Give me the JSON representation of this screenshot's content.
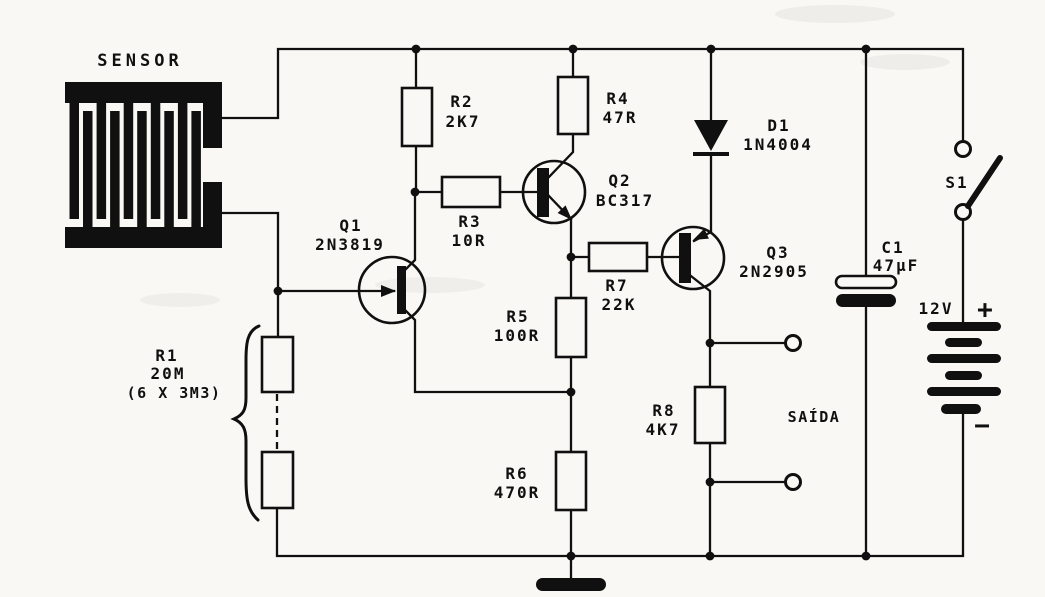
{
  "diagram": {
    "type": "electronic-circuit-schematic",
    "sensor_label": "SENSOR",
    "output_label": "SAÍDA",
    "battery": {
      "voltage": "12V",
      "plus": "+",
      "minus": "−"
    },
    "switch": {
      "ref": "S1"
    },
    "components": {
      "r1": {
        "ref": "R1",
        "value": "20M",
        "note": "(6 X 3M3)"
      },
      "r2": {
        "ref": "R2",
        "value": "2K7"
      },
      "r3": {
        "ref": "R3",
        "value": "10R"
      },
      "r4": {
        "ref": "R4",
        "value": "47R"
      },
      "r5": {
        "ref": "R5",
        "value": "100R"
      },
      "r6": {
        "ref": "R6",
        "value": "470R"
      },
      "r7": {
        "ref": "R7",
        "value": "22K"
      },
      "r8": {
        "ref": "R8",
        "value": "4K7"
      },
      "q1": {
        "ref": "Q1",
        "value": "2N3819"
      },
      "q2": {
        "ref": "Q2",
        "value": "BC317"
      },
      "q3": {
        "ref": "Q3",
        "value": "2N2905"
      },
      "d1": {
        "ref": "D1",
        "value": "1N4004"
      },
      "c1": {
        "ref": "C1",
        "value": "47µF"
      }
    },
    "colors": {
      "ink": "#101010",
      "paper": "#f9f8f4"
    }
  }
}
